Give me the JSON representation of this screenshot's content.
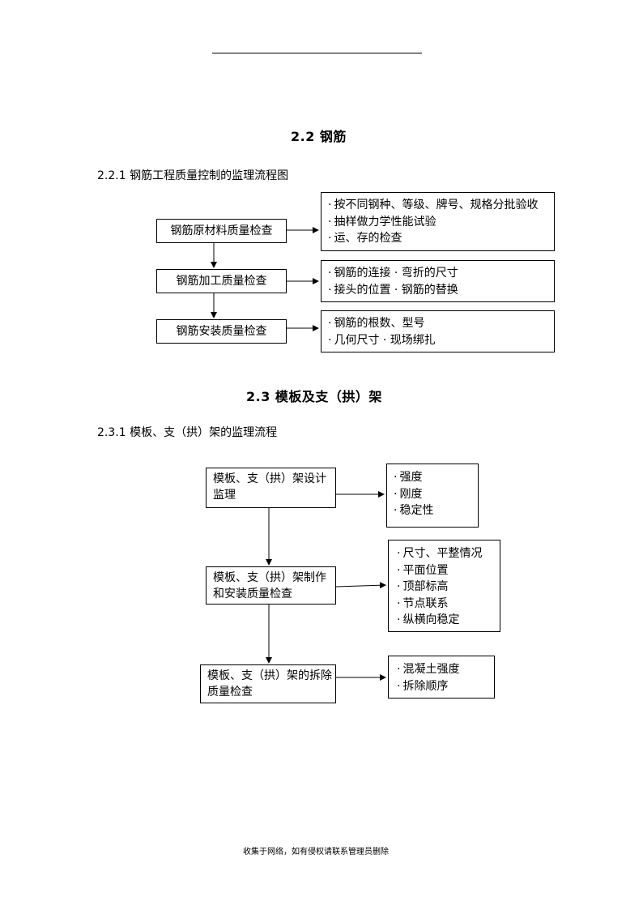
{
  "section22": {
    "heading": "2.2 钢筋",
    "subheading": "2.2.1 钢筋工程质量控制的监理流程图",
    "steps": [
      {
        "label": "钢筋原材料质量检查",
        "items": [
          "按不同钢种、等级、牌号、规格分批验收",
          "抽样做力学性能试验",
          "运、存的检查"
        ]
      },
      {
        "label": "钢筋加工质量检查",
        "items": [
          "钢筋的连接 · 弯折的尺寸",
          "接头的位置 · 钢筋的替换"
        ]
      },
      {
        "label": "钢筋安装质量检查",
        "items": [
          "钢筋的根数、型号",
          "几何尺寸 · 现场绑扎"
        ]
      }
    ]
  },
  "section23": {
    "heading": "2.3 模板及支（拱）架",
    "subheading": "2.3.1 模板、支（拱）架的监理流程",
    "steps": [
      {
        "label_line1": "模板、支（拱）架设计",
        "label_line2": "监理",
        "items": [
          "强度",
          "刚度",
          "稳定性"
        ]
      },
      {
        "label_line1": "模板、支（拱）架制作",
        "label_line2": "和安装质量检查",
        "items": [
          "尺寸、平整情况",
          "平面位置",
          "顶部标高",
          "节点联系",
          "纵横向稳定"
        ]
      },
      {
        "label_line1": "模板、支（拱）架的拆除",
        "label_line2": "质量检查",
        "items": [
          "混凝土强度",
          "拆除顺序"
        ]
      }
    ]
  },
  "footer": "收集于网络，如有侵权请联系管理员删除"
}
